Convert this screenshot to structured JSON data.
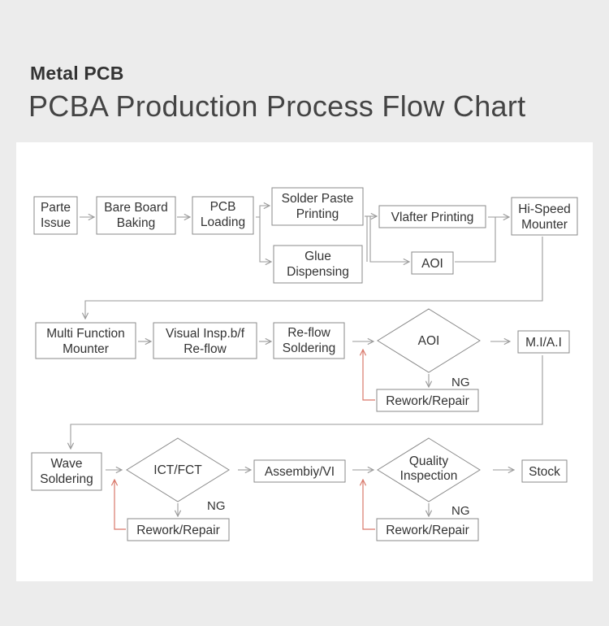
{
  "header": {
    "subtitle": "Metal PCB",
    "title": "PCBA Production Process Flow Chart"
  },
  "colors": {
    "background": "#ececec",
    "panel": "#ffffff",
    "box_border": "#8a8a8a",
    "connector": "#9a9a9a",
    "rework_arrow": "#d9786a",
    "text": "#333333"
  },
  "row1": {
    "parte_issue": [
      "Parte",
      "Issue"
    ],
    "bare_board_baking": [
      "Bare Board",
      "Baking"
    ],
    "pcb_loading": [
      "PCB",
      "Loading"
    ],
    "solder_paste_printing": [
      "Solder Paste",
      "Printing"
    ],
    "glue_dispensing": [
      "Glue",
      "Dispensing"
    ],
    "vlafter_printing": "Vlafter Printing",
    "aoi": "AOI",
    "hi_speed_mounter": [
      "Hi-Speed",
      "Mounter"
    ]
  },
  "row2": {
    "multi_function_mounter": [
      "Multi Function",
      "Mounter"
    ],
    "visual_insp": [
      "Visual Insp.b/f",
      "Re-flow"
    ],
    "reflow_soldering": [
      "Re-flow",
      "Soldering"
    ],
    "aoi_decision": "AOI",
    "ng_label": "NG",
    "rework_repair": "Rework/Repair",
    "mi_ai": "M.I/A.I"
  },
  "row3": {
    "wave_soldering": [
      "Wave",
      "Soldering"
    ],
    "ict_fct_decision": "ICT/FCT",
    "ng_label_1": "NG",
    "rework_repair_1": "Rework/Repair",
    "assembly_vi": "Assembiy/VI",
    "quality_inspection_decision": [
      "Quality",
      "Inspection"
    ],
    "ng_label_2": "NG",
    "rework_repair_2": "Rework/Repair",
    "stock": "Stock"
  }
}
